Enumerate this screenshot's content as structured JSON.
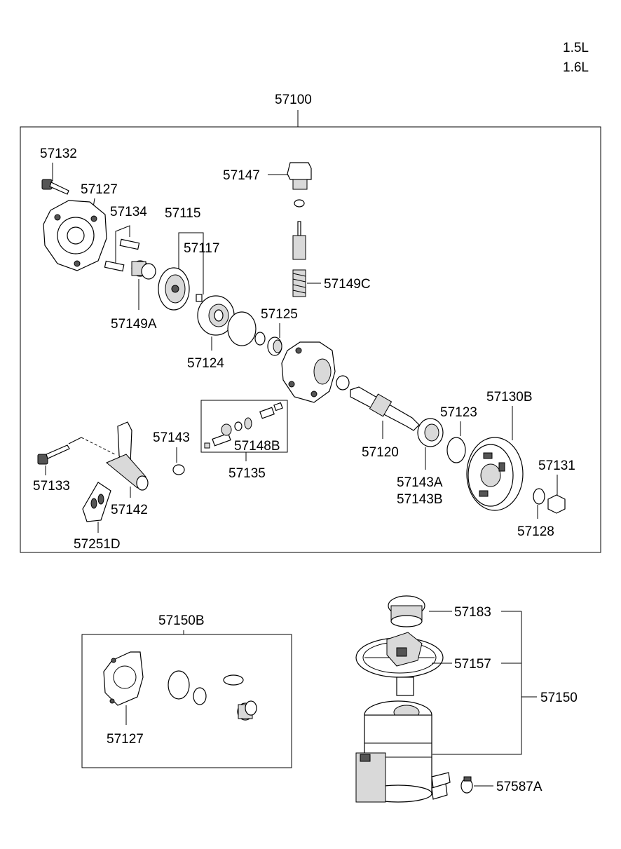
{
  "engine": {
    "line1": "1.5L",
    "line2": "1.6L"
  },
  "pump_assembly": {
    "number": "57100",
    "labels": {
      "p57132": "57132",
      "p57127": "57127",
      "p57134": "57134",
      "p57115": "57115",
      "p57117": "57117",
      "p57149a": "57149A",
      "p57124": "57124",
      "p57147": "57147",
      "p57149c": "57149C",
      "p57125": "57125",
      "p57143": "57143",
      "p57148b": "57148B",
      "p57135": "57135",
      "p57120": "57120",
      "p57123": "57123",
      "p57130b": "57130B",
      "p57143a": "57143A",
      "p57143b": "57143B",
      "p57131": "57131",
      "p57128": "57128",
      "p57133": "57133",
      "p57142": "57142",
      "p57251d": "57251D"
    }
  },
  "gasket_kit": {
    "number": "57150B",
    "gasket_label": "57127"
  },
  "reservoir": {
    "p57183": "57183",
    "p57157": "57157",
    "p57150": "57150",
    "p57587a": "57587A"
  }
}
